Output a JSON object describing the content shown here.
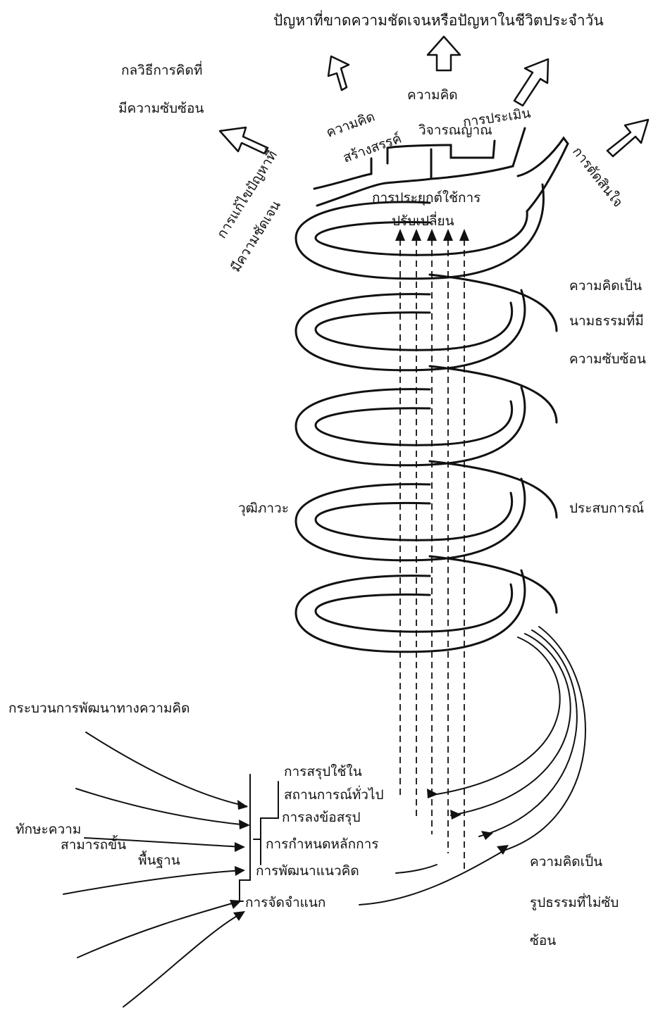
{
  "top_title": "ปัญหาที่ขาดความชัดเจนหรือปัญหาในชีวิตประจำวัน",
  "complex_strategy": [
    "กลวิธีการคิดที่",
    "มีความซับซ้อน"
  ],
  "branches": {
    "problem_solving": [
      "การแก้ไขปัญหาที่",
      "มีความชัดเจน"
    ],
    "creative": [
      "ความคิด",
      "สร้างสรรค์"
    ],
    "critical": [
      "ความคิด",
      "วิจารณญาณ"
    ],
    "evaluation": "การประเมิน",
    "decision": "การตัดสินใจ"
  },
  "application": [
    "การประยุกต์ใช้การ",
    "ปรับเปลี่ยน"
  ],
  "abstract_thinking": [
    "ความคิดเป็น",
    "นามธรรมที่มี",
    "ความซับซ้อน"
  ],
  "maturity": "วุฒิภาวะ",
  "experience": "ประสบการณ์",
  "process_title": "กระบวนการพัฒนาทางความคิด",
  "basic_skills": [
    "ทักษะความ",
    "สามารถขั้น",
    "พื้นฐาน"
  ],
  "steps": [
    "การสรุปใช้ใน",
    "สถานการณ์ทั่วไป",
    "การลงข้อสรุป",
    "การกำหนดหลักการ",
    "การพัฒนาแนวคิด",
    "การจัดจำแนก"
  ],
  "concrete_thinking": [
    "ความคิดเป็น",
    "รูปธรรมที่ไม่ซับ",
    "ซ้อน"
  ]
}
